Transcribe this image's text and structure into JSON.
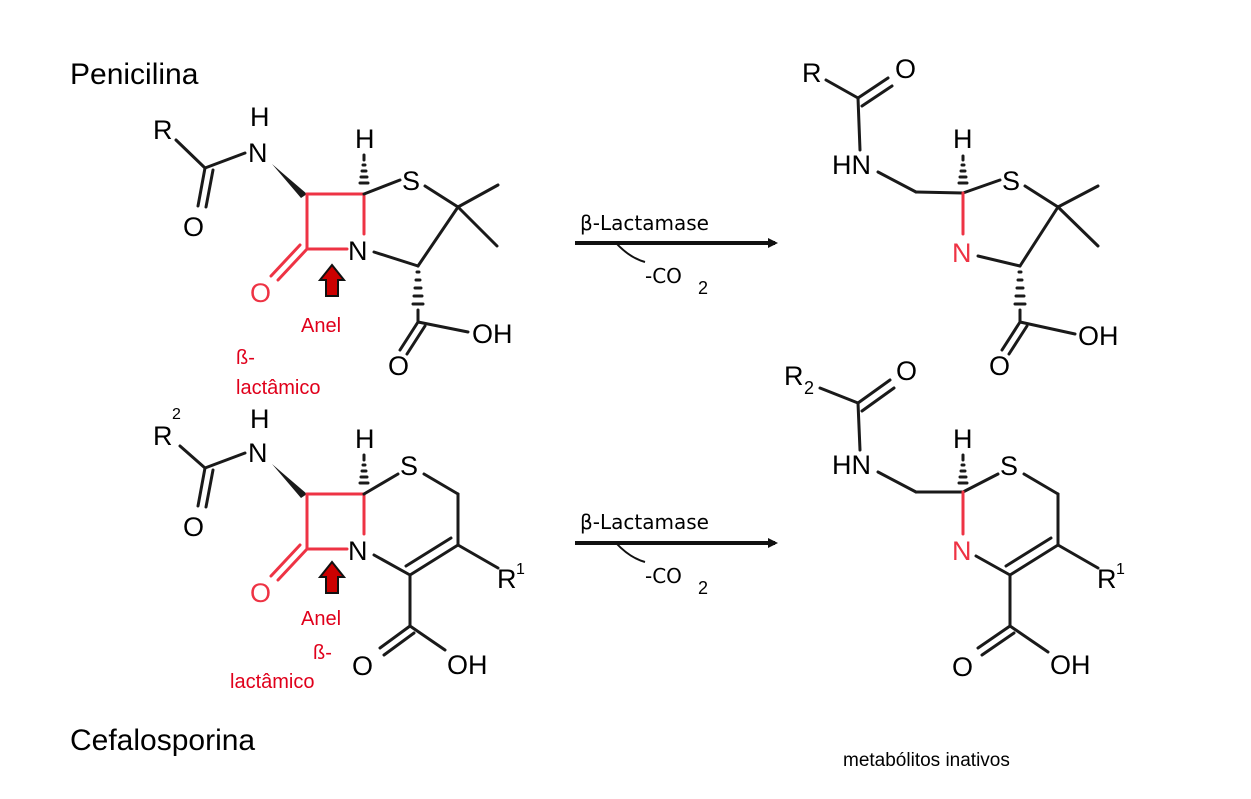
{
  "titles": {
    "penicillin": "Penicilina",
    "cephalosporin": "Cefalosporina"
  },
  "reaction": {
    "enzyme": "β-Lactamase",
    "byproduct": "-CO",
    "byproduct_sub": "2"
  },
  "ring_label": {
    "penicillin": [
      "Anel",
      "ß-",
      "lactâmico"
    ],
    "cephalosporin": [
      "Anel",
      "ß-",
      "lactâmico"
    ]
  },
  "products_label": "metabólitos inativos",
  "atoms": {
    "R": "R",
    "R2_base": "R",
    "R2_sup": "2",
    "R2_sub": "2",
    "R1_base": "R",
    "R1_sup": "1",
    "H": "H",
    "N": "N",
    "S": "S",
    "O": "O",
    "HN": "HN",
    "OH": "OH"
  },
  "colors": {
    "ring": "#ee3344",
    "label": "#e0001b",
    "bond": "#1a1a1a",
    "arrow_mark": "#cc0000"
  }
}
